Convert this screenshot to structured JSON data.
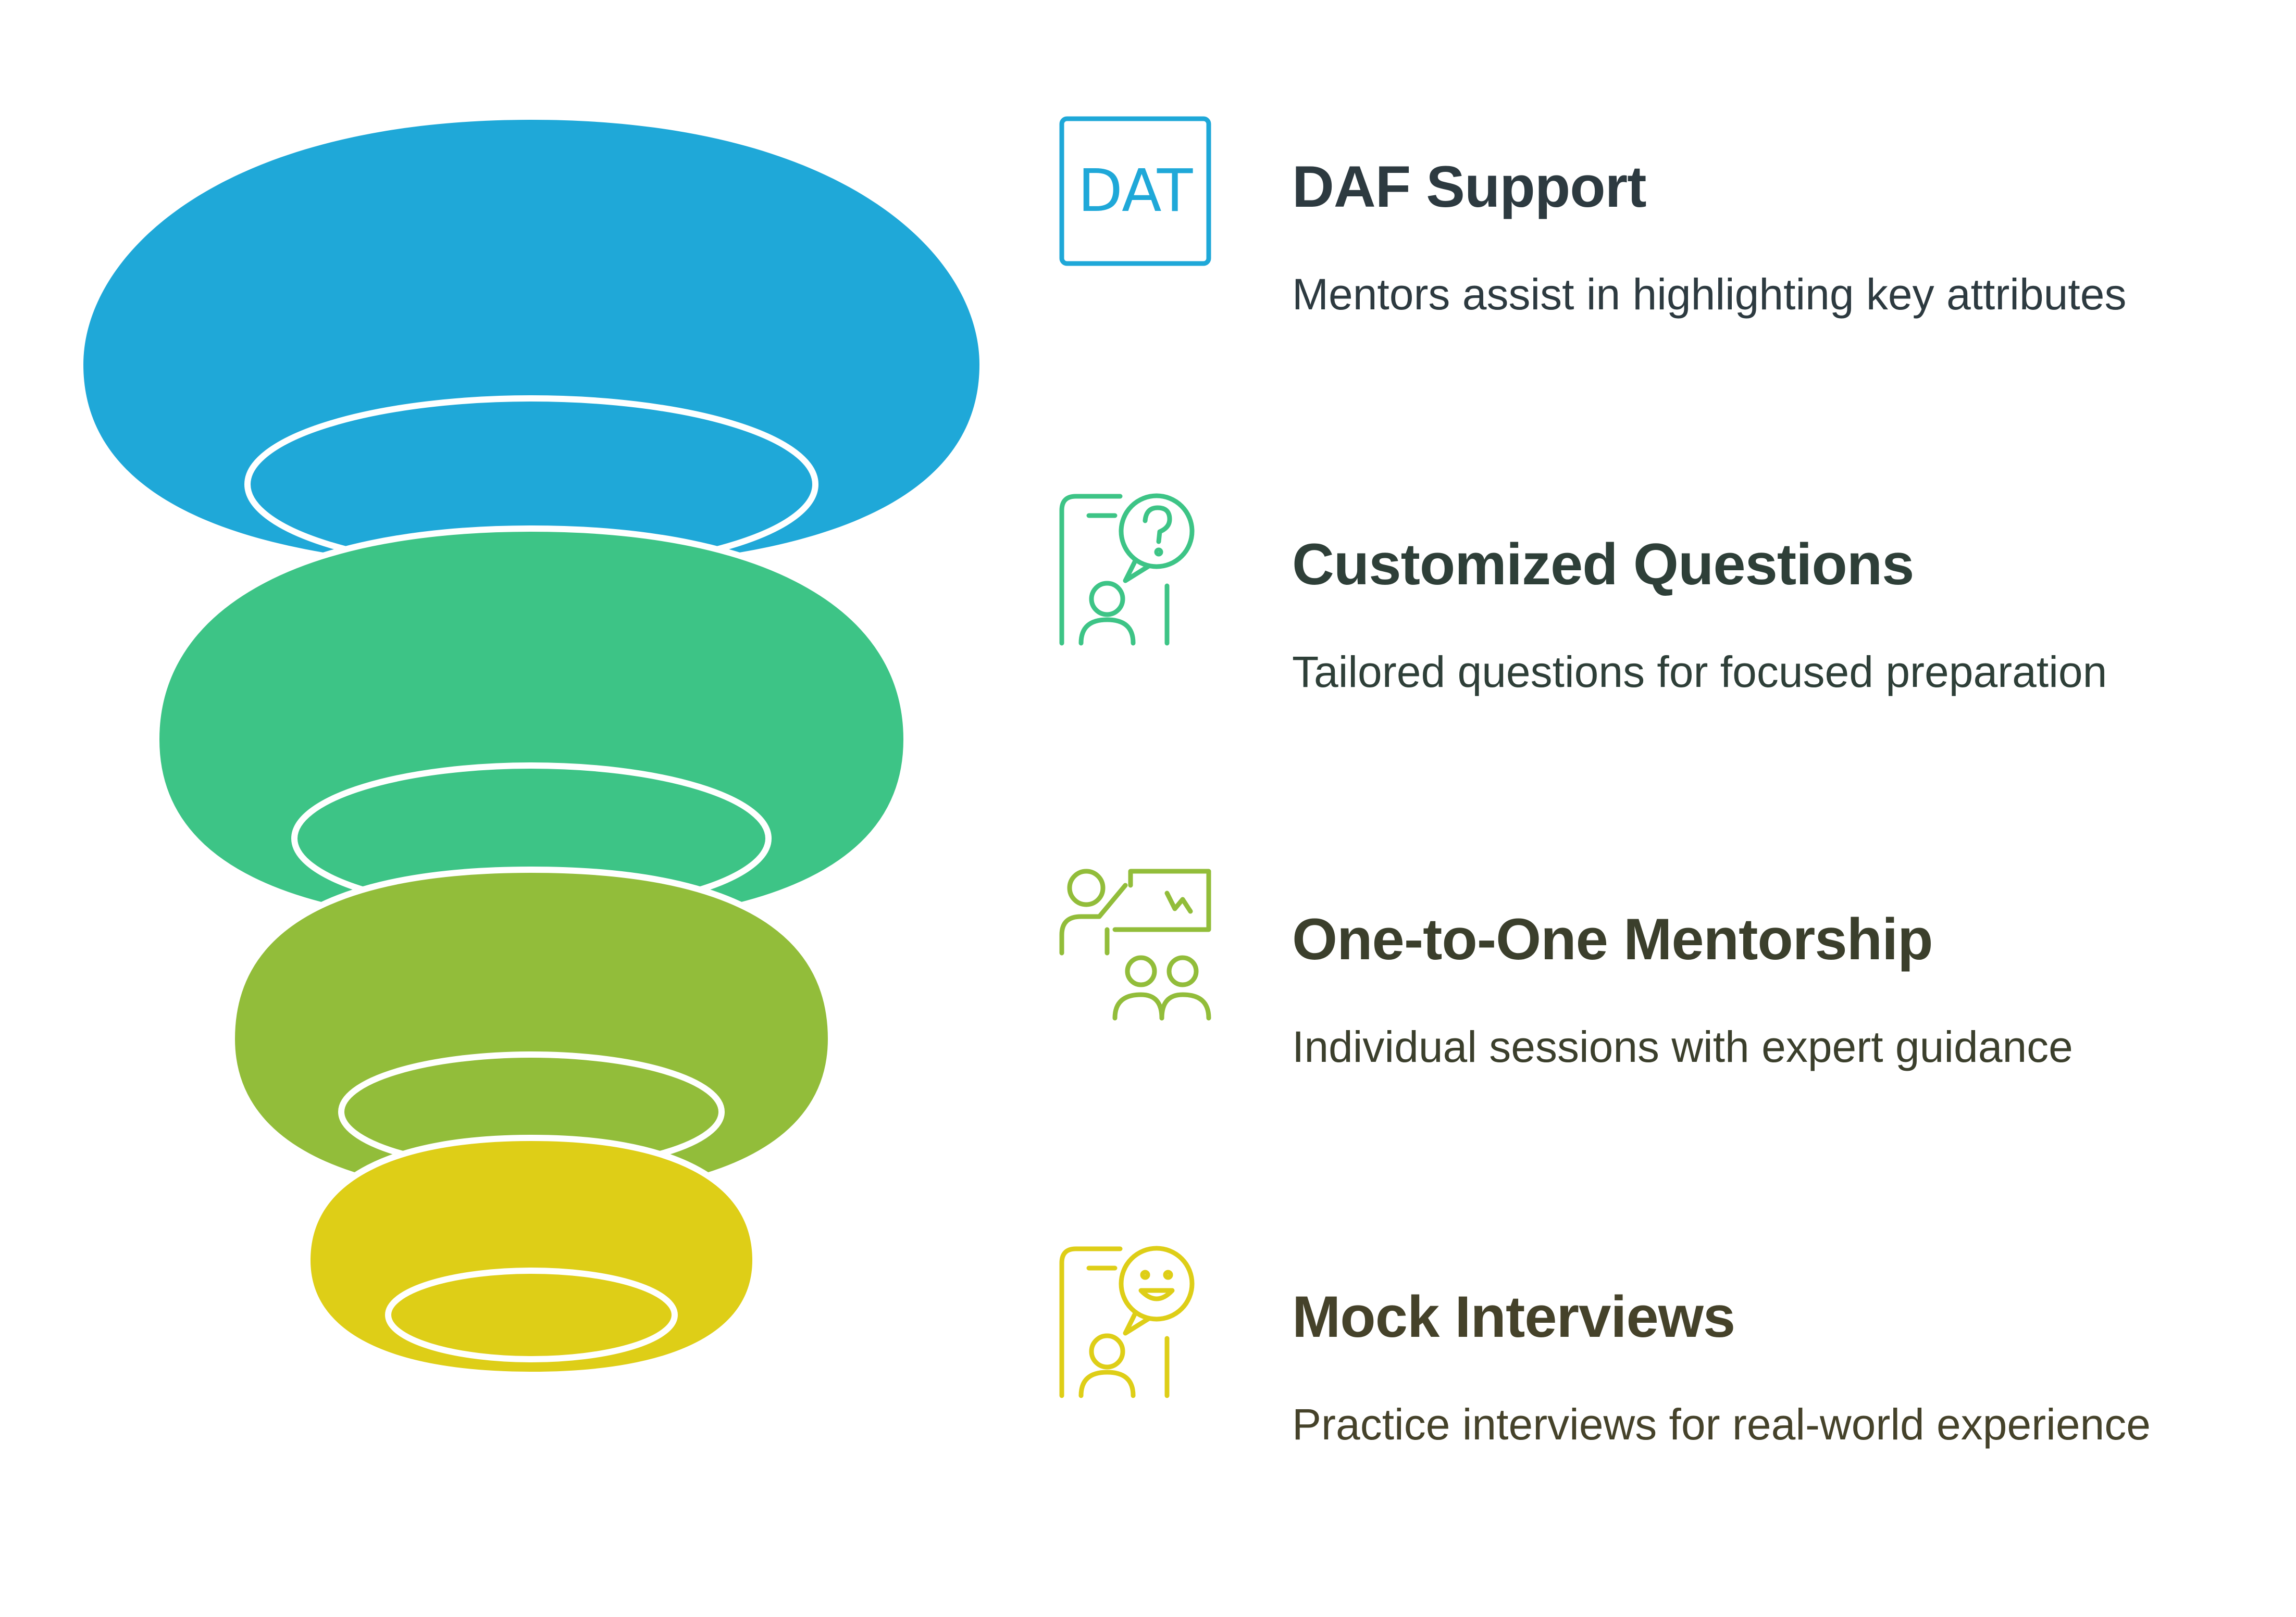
{
  "stages": [
    {
      "title": "DAF Support",
      "description": "Mentors assist in highlighting key attributes",
      "color": "#1FA8D8",
      "text_color": "#2D3A40",
      "icon": "dat-document-icon",
      "icon_text": "DAT"
    },
    {
      "title": "Customized Questions",
      "description": "Tailored questions for focused preparation",
      "color": "#3DC486",
      "text_color": "#2E3F38",
      "icon": "phone-question-chat-icon"
    },
    {
      "title": "One-to-One Mentorship",
      "description": "Individual sessions with expert guidance",
      "color": "#92BD3A",
      "text_color": "#3B3F2C",
      "icon": "presenter-audience-icon"
    },
    {
      "title": "Mock Interviews",
      "description": "Practice interviews for real-world experience",
      "color": "#DECE17",
      "text_color": "#45422A",
      "icon": "phone-smiley-chat-icon"
    }
  ]
}
